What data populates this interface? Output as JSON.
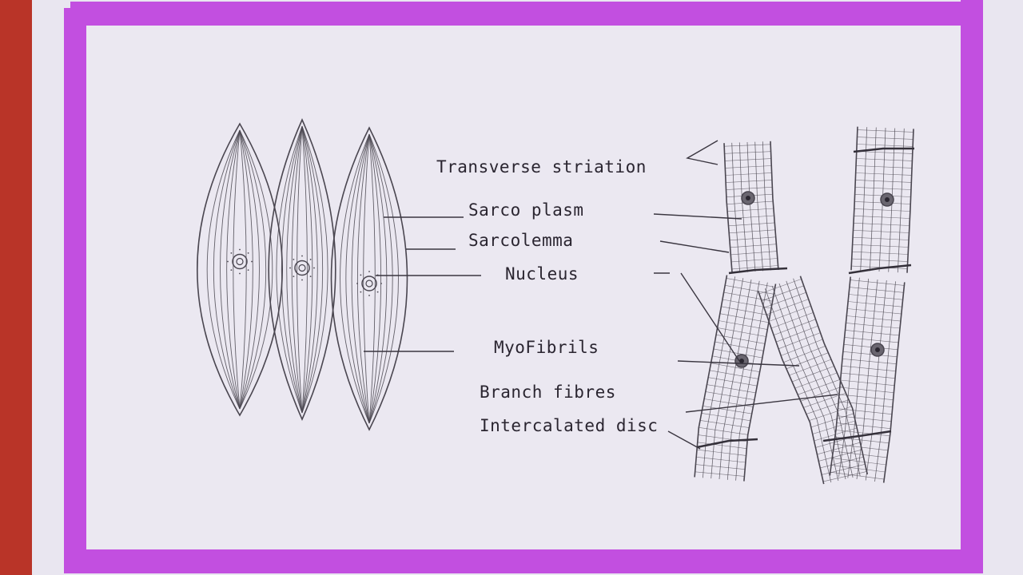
{
  "colors": {
    "background_left": "#c0392b",
    "paper": "#e9e6f0",
    "border": "#c24fe0",
    "pencil": "#4a4650"
  },
  "labels": {
    "transverse_striation": "Transverse striation",
    "sarcoplasm": "Sarco plasm",
    "sarcolemma": "Sarcolemma",
    "nucleus": "Nucleus",
    "myofibrils": "MyoFibrils",
    "branch_fibres": "Branch fibres",
    "intercalated_disc": "Intercalated disc"
  }
}
